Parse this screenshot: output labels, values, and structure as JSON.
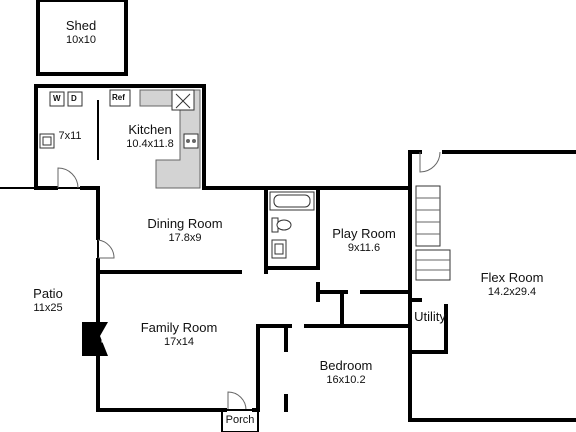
{
  "rooms": {
    "shed": {
      "name": "Shed",
      "dims": "10x10"
    },
    "laundry": {
      "dims": "7x11"
    },
    "kitchen": {
      "name": "Kitchen",
      "dims": "10.4x11.8"
    },
    "dining": {
      "name": "Dining Room",
      "dims": "17.8x9"
    },
    "play": {
      "name": "Play Room",
      "dims": "9x11.6"
    },
    "flex": {
      "name": "Flex Room",
      "dims": "14.2x29.4"
    },
    "patio": {
      "name": "Patio",
      "dims": "11x25"
    },
    "family": {
      "name": "Family Room",
      "dims": "17x14"
    },
    "utility": {
      "name": "Utility"
    },
    "bedroom": {
      "name": "Bedroom",
      "dims": "16x10.2"
    },
    "porch": {
      "name": "Porch"
    }
  },
  "appliances": {
    "washer": "W",
    "dryer": "D",
    "fridge": "Ref",
    "fireplace": "FP"
  },
  "icons": [
    "stove-icon",
    "sink-icon",
    "bathtub-icon",
    "toilet-icon",
    "stairs-icon",
    "fireplace-icon"
  ]
}
